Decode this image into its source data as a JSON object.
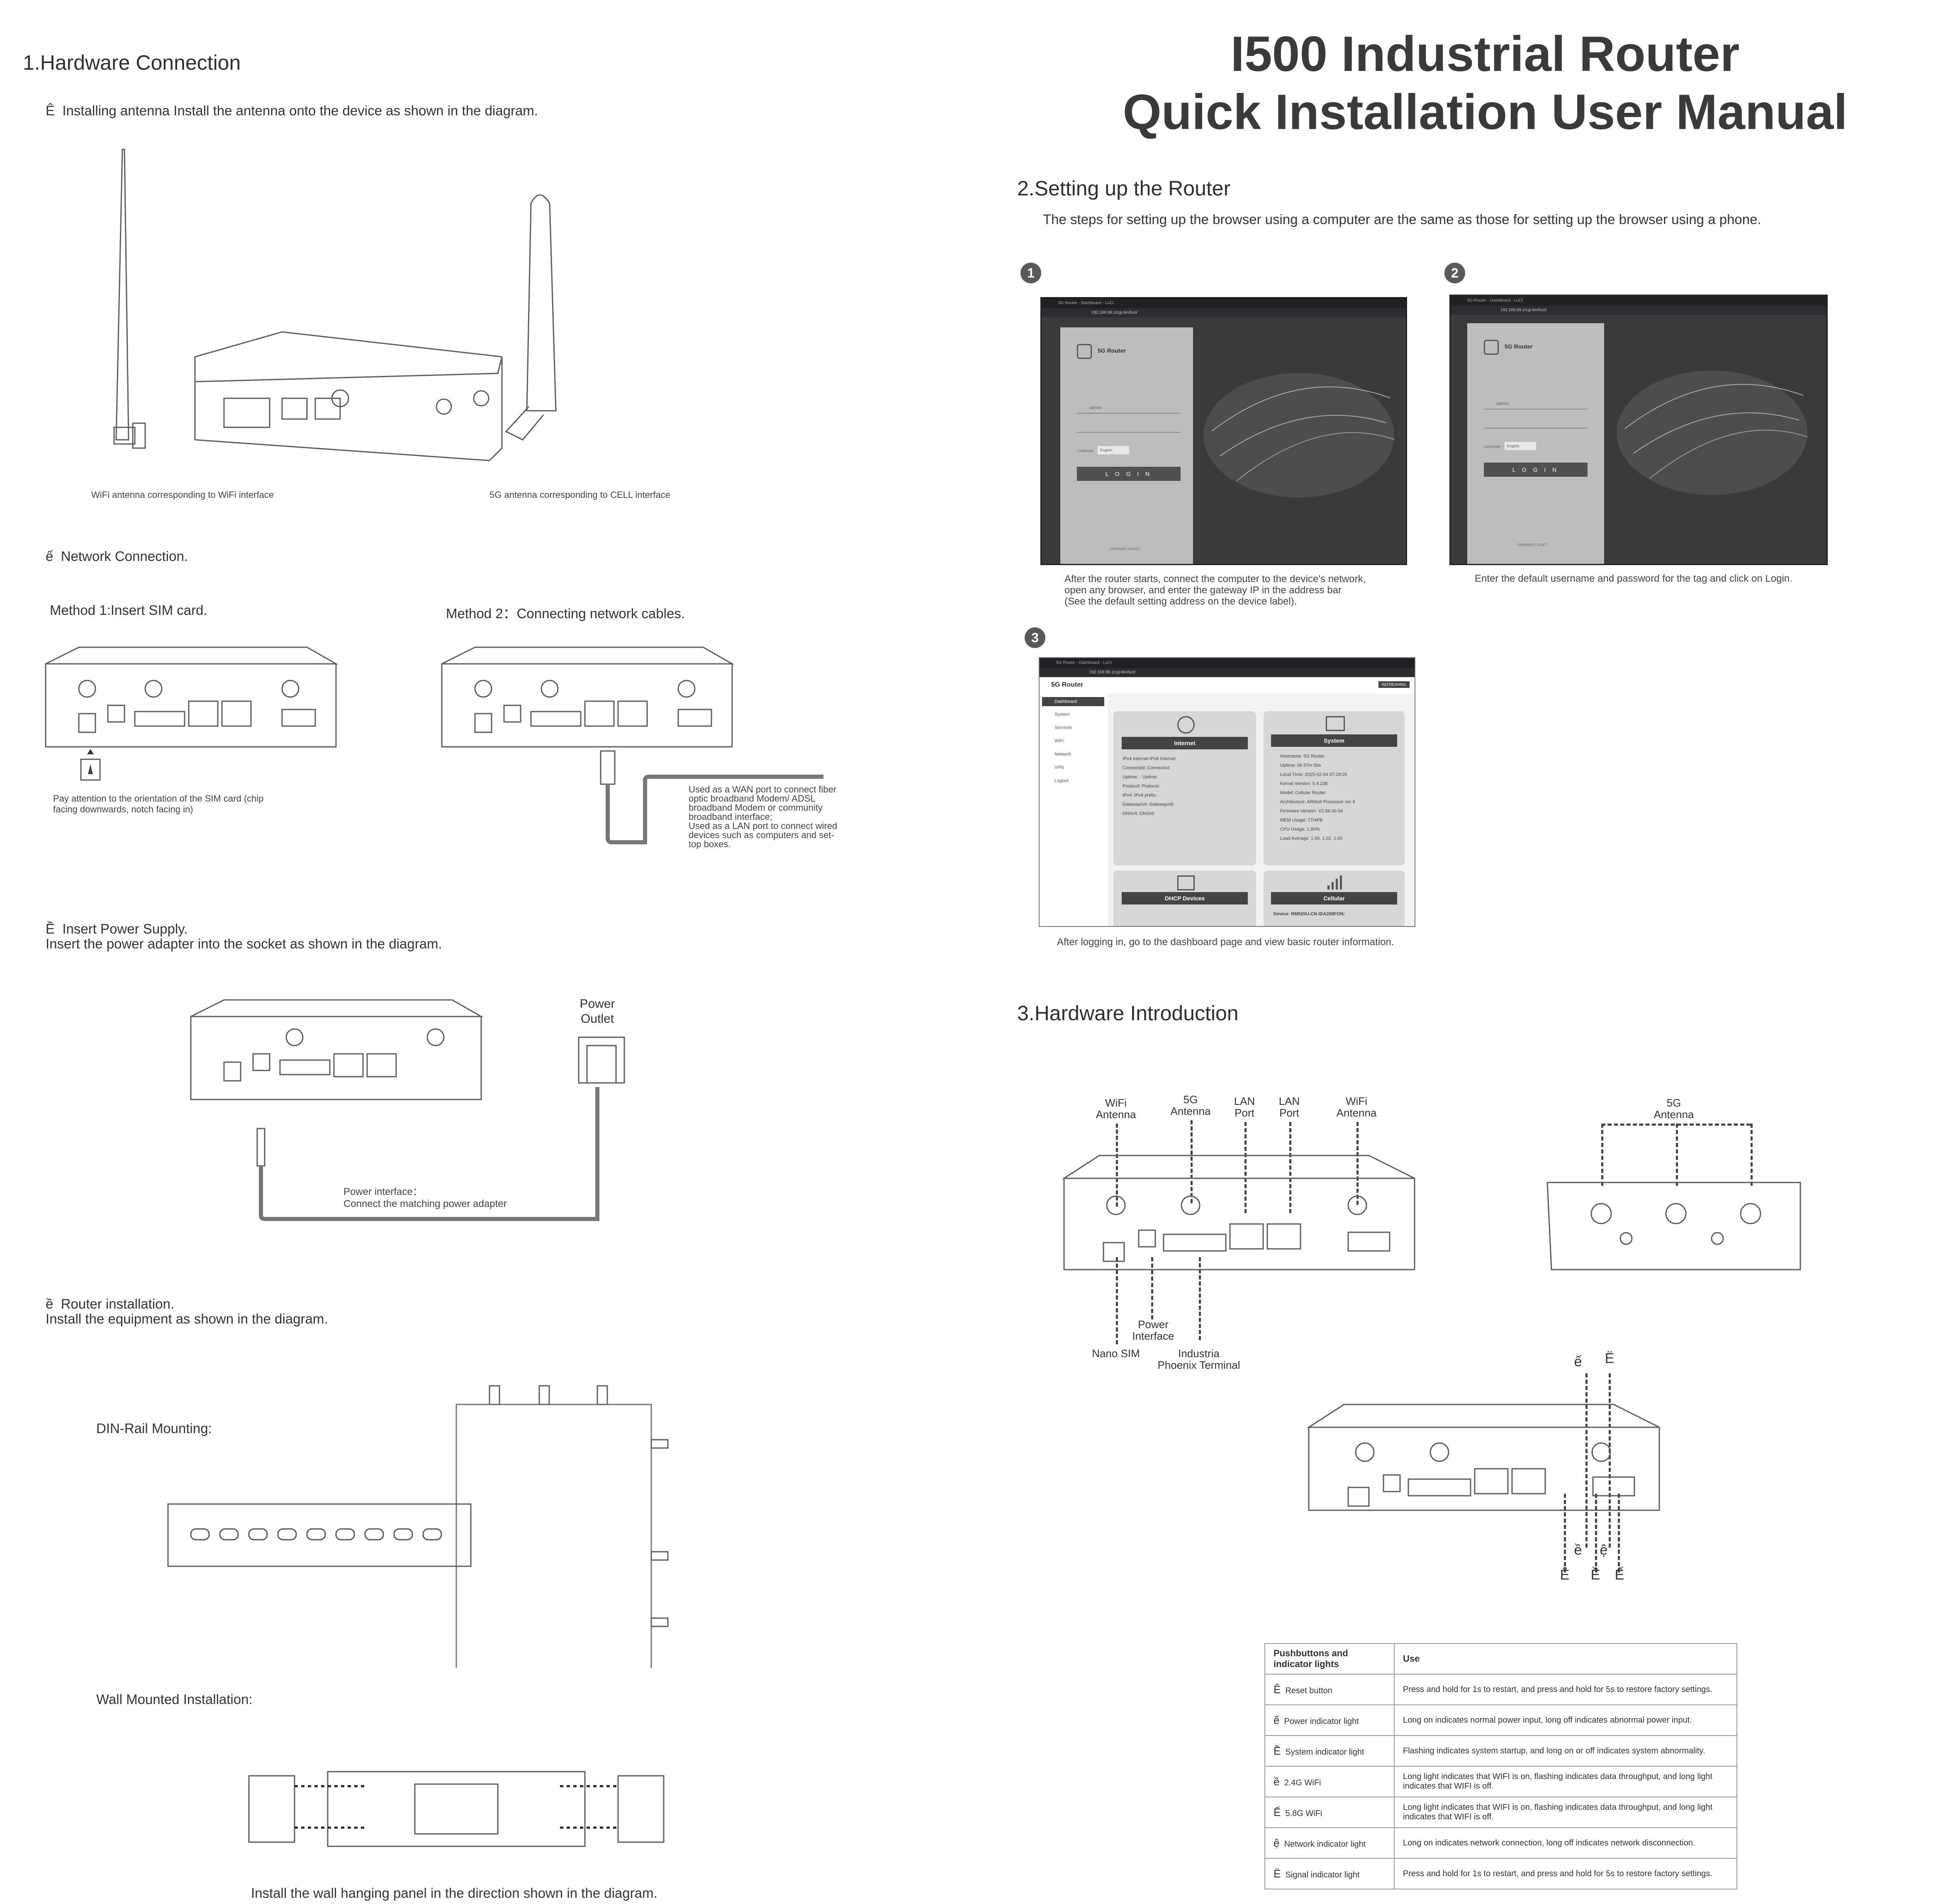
{
  "title": {
    "line1": "I500 Industrial Router",
    "line2": "Quick Installation User Manual"
  },
  "section1": {
    "heading": "1.Hardware Connection",
    "step1_marker": "Ê",
    "step1": "Installing antenna Install the antenna onto the device as shown in the diagram.",
    "wifi_caption": "WiFi antenna corresponding to WiFi interface",
    "fiveg_caption": "5G antenna corresponding to CELL interface",
    "step2_marker": "ế",
    "step2": "Network Connection.",
    "method1": "Method 1:Insert SIM card.",
    "method2": "Method 2：Connecting network cables.",
    "sim_note": "Pay attention to the orientation of the SIM card (chip facing downwards, notch facing in)",
    "wan_note": "Used as a WAN port to connect fiber optic broadband Modem/ ADSL broadband Modem or community broadband interface;\nUsed as a LAN port to connect wired devices such as computers and set-top boxes.",
    "step3_marker": "Ề",
    "step3": "Insert Power Supply.",
    "step3_sub": "Insert the power adapter into the socket as shown in the diagram.",
    "power_outlet": "Power\nOutlet",
    "power_interface": "Power interface：",
    "power_interface_sub": "Connect the matching power adapter",
    "step4_marker": "ề",
    "step4": "Router installation.",
    "step4_sub": "Install the equipment as shown in the diagram.",
    "din_rail": "DIN-Rail Mounting:",
    "wall_mount": "Wall Mounted Installation:",
    "wall_caption": "Install the wall hanging panel in the direction shown in the diagram."
  },
  "section2": {
    "heading": "2.Setting up the Router",
    "intro": "The steps for setting up the browser using a computer are the same as those for setting up the browser using a phone.",
    "steps": [
      {
        "num": "1",
        "caption": "After the router starts, connect the computer to the device's network,\nopen any browser, and enter the gateway IP in the address bar\n(See the default setting address on the device label)."
      },
      {
        "num": "2",
        "caption": "Enter the default username and password for the tag and click on Login."
      },
      {
        "num": "3",
        "caption": "After logging in, go to the dashboard page and view basic router information."
      }
    ],
    "login": {
      "brand": "5G Router",
      "username": "admin",
      "language_label": "Language",
      "language_value": "English",
      "button": "L O G I N",
      "url": "192.168.99.1/cgi-bin/luci/",
      "tab": "5G Router - Dashboard - LuCI",
      "footer": "OPENWRT-CN.NET"
    },
    "dashboard": {
      "brand": "5G Router",
      "refresh": "REFRESHING",
      "menu": [
        "Dashboard",
        "System",
        "Services",
        "WiFi",
        "Network",
        "VPN",
        "Logout"
      ],
      "cards": [
        {
          "title": "Internet",
          "lines": [
            "IPv4 Internet     IPv6 Internet",
            "Connected:        Connected:",
            "Uptime: -           Uptime:",
            "Protocol:          Protocol:",
            "IPv4:               IPv6 prefix:",
            "Gateway/v4:      Gateway/v6:",
            "DNSv4:             DNSv6:"
          ]
        },
        {
          "title": "System",
          "lines": [
            "Hostname:   5G Router",
            "Uptime:   0h 57m 50s",
            "Local Time:   2025-02-04 07:28:05",
            "Kernel Version:   5.4.238",
            "Model:   Cellular Router",
            "Architecture:   ARMv8 Processor rev 4",
            "Firmware Version:   V2.86.00.04",
            "MEM Usage:   77/4PB",
            "CPU Usage:   1.80%",
            "Load Average:   1.00, 1.02, 1.00"
          ]
        },
        {
          "title": "DHCP Devices",
          "lines": []
        },
        {
          "title": "Cellular",
          "lines": [
            "Device:  RM520U-CN       IDA208FON:"
          ]
        }
      ]
    }
  },
  "section3": {
    "heading": "3.Hardware Introduction",
    "front_labels": [
      {
        "text": "WiFi\nAntenna"
      },
      {
        "text": "5G\nAntenna"
      },
      {
        "text": "LAN\nPort"
      },
      {
        "text": "LAN\nPort"
      },
      {
        "text": "WiFi\nAntenna"
      }
    ],
    "bottom_labels": [
      {
        "text": "Nano SIM"
      },
      {
        "text": "Power\nInterface"
      },
      {
        "text": "Industria\nPhoenix Terminal"
      }
    ],
    "side_label": "5G\nAntenna",
    "led_top_markers": [
      "ế",
      "Ë"
    ],
    "led_mid_markers": [
      "ề",
      "ệ"
    ],
    "led_bottom_markers": [
      "Ê",
      "Ề",
      "Ế"
    ],
    "table": {
      "headers": [
        "Pushbuttons and\nindicator lights",
        "Use"
      ],
      "rows": [
        {
          "marker": "Ê",
          "name": "Reset button",
          "use": "Press and hold for 1s to restart, and press and hold for 5s to restore factory settings."
        },
        {
          "marker": "ế",
          "name": "Power indicator light",
          "use": "Long on indicates normal power input, long off indicates abnormal power input."
        },
        {
          "marker": "Ề",
          "name": "System indicator light",
          "use": "Flashing indicates system startup, and long on or off indicates system abnormality."
        },
        {
          "marker": "ề",
          "name": "2.4G WiFi",
          "use": "Long light indicates that WIFI is on, flashing indicates data throughput, and long light indicates that WIFI is off."
        },
        {
          "marker": "Ế",
          "name": "5.8G WiFi",
          "use": "Long light indicates that WIFI is on, flashing indicates data throughput, and long light indicates that WIFI is off."
        },
        {
          "marker": "ệ",
          "name": "Network indicator light",
          "use": "Long on indicates network connection, long off indicates network disconnection."
        },
        {
          "marker": "Ë",
          "name": "Signal indicator light",
          "use": "Press and hold for 1s to restart, and press and hold for 5s to restore factory settings."
        }
      ]
    }
  }
}
